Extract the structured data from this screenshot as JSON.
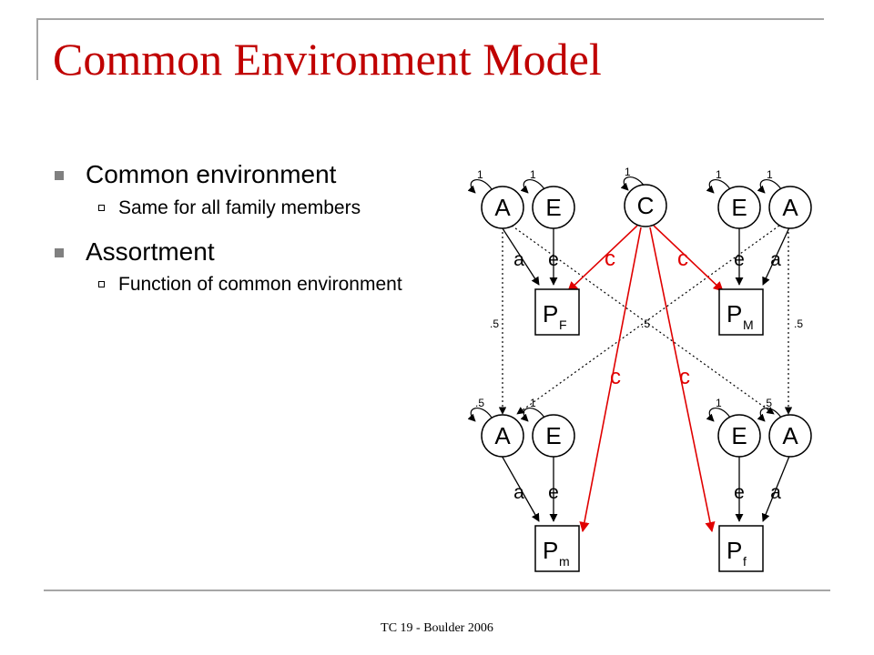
{
  "title": "Common Environment Model",
  "bullets": [
    {
      "text": "Common environment",
      "sub": [
        "Same for all family members"
      ]
    },
    {
      "text": "Assortment",
      "sub": [
        "Function of common environment"
      ]
    }
  ],
  "footer": "TC 19 - Boulder 2006",
  "diagram": {
    "latent": {
      "A": "A",
      "E": "E",
      "C": "C"
    },
    "phenotypes": {
      "father": {
        "main": "P",
        "sub": "F"
      },
      "mother": {
        "main": "P",
        "sub": "M"
      },
      "son": {
        "main": "P",
        "sub": "m"
      },
      "daughter": {
        "main": "P",
        "sub": "f"
      }
    },
    "paths": {
      "a": "a",
      "e": "e",
      "c": "c"
    },
    "variances": {
      "one": "1",
      "half": ".5"
    },
    "colors": {
      "black": "#000000",
      "red": "#e00000"
    }
  }
}
